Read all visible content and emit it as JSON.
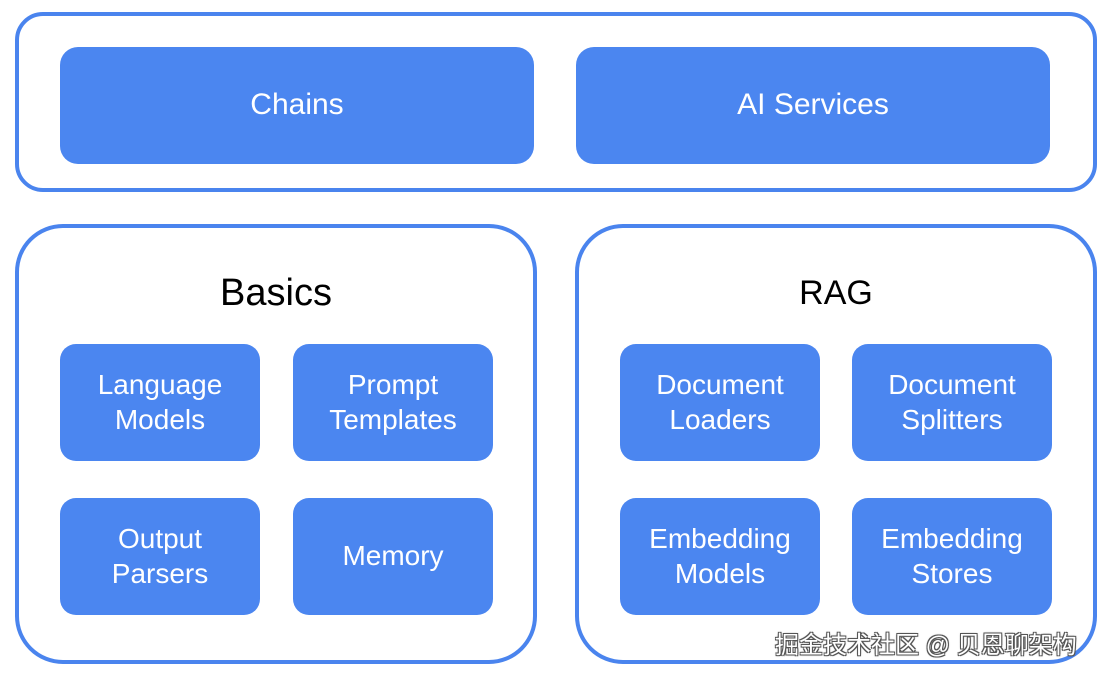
{
  "top": {
    "chains": "Chains",
    "ai_services": "AI Services"
  },
  "basics": {
    "title": "Basics",
    "items": [
      "Language Models",
      "Prompt Templates",
      "Output Parsers",
      "Memory"
    ]
  },
  "rag": {
    "title": "RAG",
    "items": [
      "Document Loaders",
      "Document Splitters",
      "Embedding Models",
      "Embedding Stores"
    ]
  },
  "watermark": "掘金技术社区 @ 贝恩聊架构",
  "colors": {
    "accent": "#4A84EE",
    "box_fill": "#4B86F0",
    "text_on_box": "#FFFFFF",
    "title_text": "#000000"
  }
}
